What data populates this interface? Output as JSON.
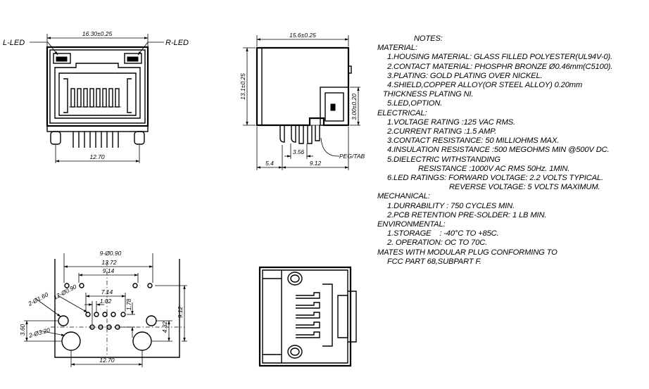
{
  "labels": {
    "l_led": "L-LED",
    "r_led": "R-LED",
    "peg_tab": "PEG/TAB"
  },
  "dimensions": {
    "front_width": "16.30±0.25",
    "front_pitch": "12.70",
    "side_length": "15.6±0.25",
    "side_height": "13.1±0.25",
    "side_offset": "3.00±0.20",
    "side_peg": "3.56",
    "side_a": "5.4",
    "side_b": "9.12",
    "pcb_holes": "9-Ø0.90",
    "pcb_1372": "13.72",
    "pcb_914": "9.14",
    "pcb_714": "7.14",
    "pcb_102": "1.02",
    "pcb_178": "1.78",
    "pcb_12x": "12-Ø0.90",
    "pcb_2x160": "2-Ø1.60",
    "pcb_2x320": "2-Ø3.20",
    "pcb_360": "3.60",
    "pcb_432": "4.32",
    "pcb_912": "9.12",
    "pcb_1270": "12.70"
  },
  "notes": {
    "title": "NOTES:",
    "material_head": "MATERIAL:",
    "m1": "1.HOUSING MATERIAL: GLASS FILLED POLYESTER(UL94V-0).",
    "m2": "2.CONTACT MATERIAL: PHOSPHR BRONZE Ø0.46mm(C5100).",
    "m3": "3.PLATING: GOLD PLATING OVER NICKEL.",
    "m4": "4.SHIELD,COPPER ALLOY(OR STEEL ALLOY) 0.20mm",
    "m4b": "THICKNESS PLATING NI.",
    "m5": "5.LED,OPTION.",
    "electrical_head": "ELECTRICAL:",
    "e1": "1.VOLTAGE RATING :125 VAC RMS.",
    "e2": "2.CURRENT RATING :1.5 AMP.",
    "e3": "3.CONTACT RESISTANCE: 50 MILLIOHMS MAX.",
    "e4": "4.INSULATION RESISTANCE :500 MEGOHMS MIN @500V DC.",
    "e5": "5.DIELECTRIC WITHSTANDING",
    "e5b": "RESISTANCE :1000V AC RMS 50Hz. 1MIN.",
    "e6": "6.LED RATINGS: FORWARD VOLTAGE: 2.2 VOLTS TYPICAL.",
    "e6b": "REVERSE VOLTAGE: 5 VOLTS MAXIMUM.",
    "mechanical_head": "MECHANICAL:",
    "k1": "1.DURRABILITY : 750 CYCLES MIN.",
    "k2": "2.PCB RETENTION PRE-SOLDER: 1 LB MIN.",
    "environmental_head": "ENVIRONMENTAL:",
    "v1": "1.STORAGE    : -40°C TO +85C.",
    "v2": "2. OPERATION: OC TO 70C.",
    "mates": "MATES WITH MODULAR PLUG CONFORMING TO",
    "mates_b": "FCC PART 68,SUBPART F."
  }
}
